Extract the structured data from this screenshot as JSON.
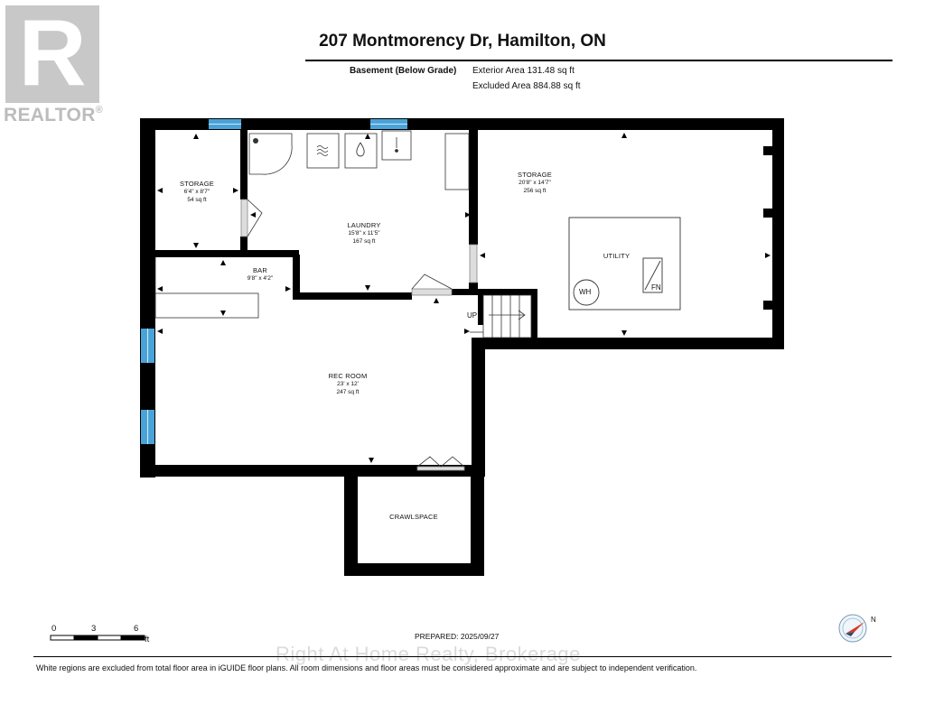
{
  "header": {
    "title": "207 Montmorency Dr, Hamilton, ON",
    "floor": "Basement (Below Grade)",
    "exterior_area": "Exterior Area 131.48 sq ft",
    "excluded_area": "Excluded Area 884.88 sq ft"
  },
  "brand": {
    "logo_letter": "R",
    "logo_text": "REALTOR",
    "logo_mark": "®"
  },
  "rooms": {
    "storage_left": {
      "name": "STORAGE",
      "dims": "6'4\" x 8'7\"",
      "area": "54 sq ft"
    },
    "laundry": {
      "name": "LAUNDRY",
      "dims": "15'8\" x 11'5\"",
      "area": "167 sq ft"
    },
    "storage_right": {
      "name": "STORAGE",
      "dims": "20'8\" x 14'7\"",
      "area": "256 sq ft"
    },
    "utility": {
      "name": "UTILITY"
    },
    "bar": {
      "name": "BAR",
      "dims": "9'8\" x 4'2\""
    },
    "rec_room": {
      "name": "REC ROOM",
      "dims": "23' x 12'",
      "area": "247 sq ft"
    },
    "crawlspace": {
      "name": "CRAWLSPACE"
    }
  },
  "fixtures": {
    "water_heater": "WH",
    "furnace": "FN",
    "stairs": "UP"
  },
  "scale": {
    "ticks": [
      "0",
      "3",
      "6"
    ],
    "unit": "ft"
  },
  "compass": {
    "label": "N"
  },
  "footer": {
    "prepared": "PREPARED: 2025/09/27",
    "watermark": "Right At Home Realty, Brokerage",
    "disclaimer": "White regions are excluded from total floor area in iGUIDE floor plans. All room dimensions and floor areas must be considered approximate and are subject to independent verification."
  },
  "colors": {
    "wall": "#000000",
    "window": "#4aa3d8",
    "door": "#cccccc",
    "logo": "#c8c8c8"
  }
}
